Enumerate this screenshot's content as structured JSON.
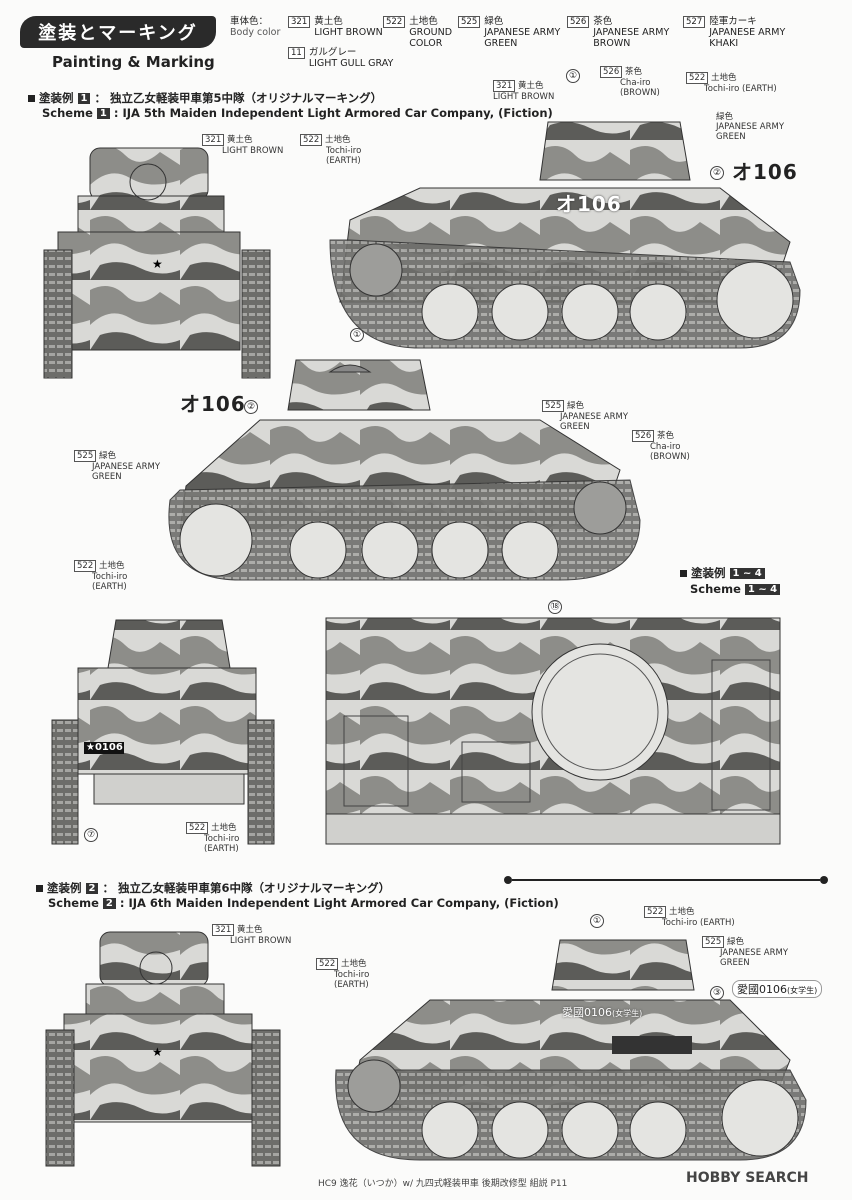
{
  "header": {
    "jp_title": "塗装とマーキング",
    "en_title": "Painting & Marking"
  },
  "body_color": {
    "jp": "車体色：",
    "en": "Body color"
  },
  "legend": [
    {
      "code": "321",
      "jp": "黄土色",
      "en": "LIGHT BROWN"
    },
    {
      "code": "11",
      "jp": "ガルグレー",
      "en": "LIGHT GULL GRAY"
    },
    {
      "code": "522",
      "jp": "土地色",
      "en": "GROUND COLOR"
    },
    {
      "code": "525",
      "jp": "緑色",
      "en": "JAPANESE ARMY GREEN"
    },
    {
      "code": "526",
      "jp": "茶色",
      "en": "JAPANESE ARMY BROWN"
    },
    {
      "code": "527",
      "jp": "陸軍カーキ",
      "en": "JAPANESE ARMY KHAKI"
    }
  ],
  "scheme1": {
    "jp_label": "塗装例",
    "num": "1",
    "jp_text": "：  独立乙女軽装甲車第5中隊（オリジナルマーキング）",
    "en_label": "Scheme",
    "en_text": ": IJA 5th Maiden Independent Light Armored Car Company, (Fiction)"
  },
  "scheme_all": {
    "jp_label": "塗装例",
    "range": "1 ~ 4",
    "en_label": "Scheme"
  },
  "scheme2": {
    "jp_label": "塗装例",
    "num": "2",
    "jp_text": "：  独立乙女軽装甲車第6中隊（オリジナルマーキング）",
    "en_label": "Scheme",
    "en_text": ": IJA 6th Maiden Independent Light Armored Car Company, (Fiction)"
  },
  "callouts": {
    "light_brown": {
      "code": "321",
      "jp": "黄土色",
      "en": "LIGHT BROWN"
    },
    "earth": {
      "code": "522",
      "jp": "土地色",
      "en1": "Tochi-iro",
      "en2": "(EARTH)"
    },
    "earth_inline": {
      "jp": "土地色",
      "en": "Tochi-iro (EARTH)"
    },
    "green": {
      "code": "525",
      "jp": "緑色",
      "en1": "JAPANESE ARMY",
      "en2": "GREEN"
    },
    "brown": {
      "code": "526",
      "jp": "茶色",
      "en1": "Cha-iro",
      "en2": "(BROWN)"
    }
  },
  "markings": {
    "m1": "①",
    "m2": "②",
    "m3": "③",
    "m7": "⑦",
    "m18": "⑱",
    "num_106": "オ106",
    "plate_0106": "★0106",
    "aikoku": "愛國0106",
    "aikoku_small": "(女学生)"
  },
  "codes": [
    "321",
    "522",
    "525",
    "526",
    "11"
  ],
  "footer": "HC9 逸花（いつか）w/ 九四式軽装甲車 後期改修型 組説 P11",
  "watermark": "HOBBY SEARCH"
}
